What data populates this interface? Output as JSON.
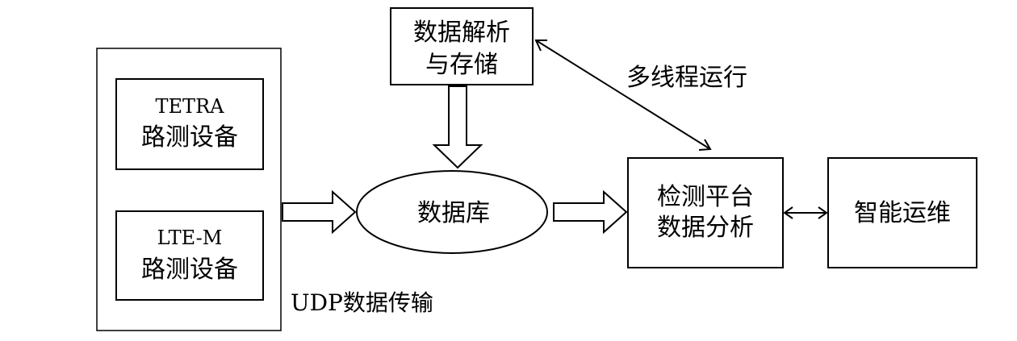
{
  "nodes": {
    "parse_store": {
      "line1": "数据解析",
      "line2": "与存储"
    },
    "tetra": {
      "line1": "TETRA",
      "line2": "路测设备"
    },
    "ltem": {
      "line1": "LTE-M",
      "line2": "路测设备"
    },
    "database": {
      "label": "数据库"
    },
    "platform": {
      "line1": "检测平台",
      "line2": "数据分析"
    },
    "ops": {
      "label": "智能运维"
    }
  },
  "labels": {
    "multithread": "多线程运行",
    "udp": "UDP数据传输"
  }
}
